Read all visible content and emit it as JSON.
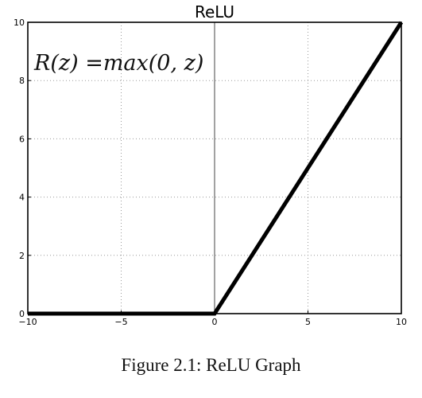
{
  "chart_data": {
    "type": "line",
    "title": "ReLU",
    "annotation": "R(z) =max(0,  z)",
    "xlabel": "",
    "ylabel": "",
    "xlim": [
      -10,
      10
    ],
    "ylim": [
      0,
      10
    ],
    "x_ticks": [
      -10,
      -5,
      0,
      5,
      10
    ],
    "y_ticks": [
      0,
      2,
      4,
      6,
      8,
      10
    ],
    "grid": true,
    "series": [
      {
        "x": [
          -10,
          0,
          10
        ],
        "y": [
          0,
          0,
          10
        ],
        "color": "#000000"
      }
    ]
  },
  "caption": "Figure 2.1: ReLU Graph"
}
